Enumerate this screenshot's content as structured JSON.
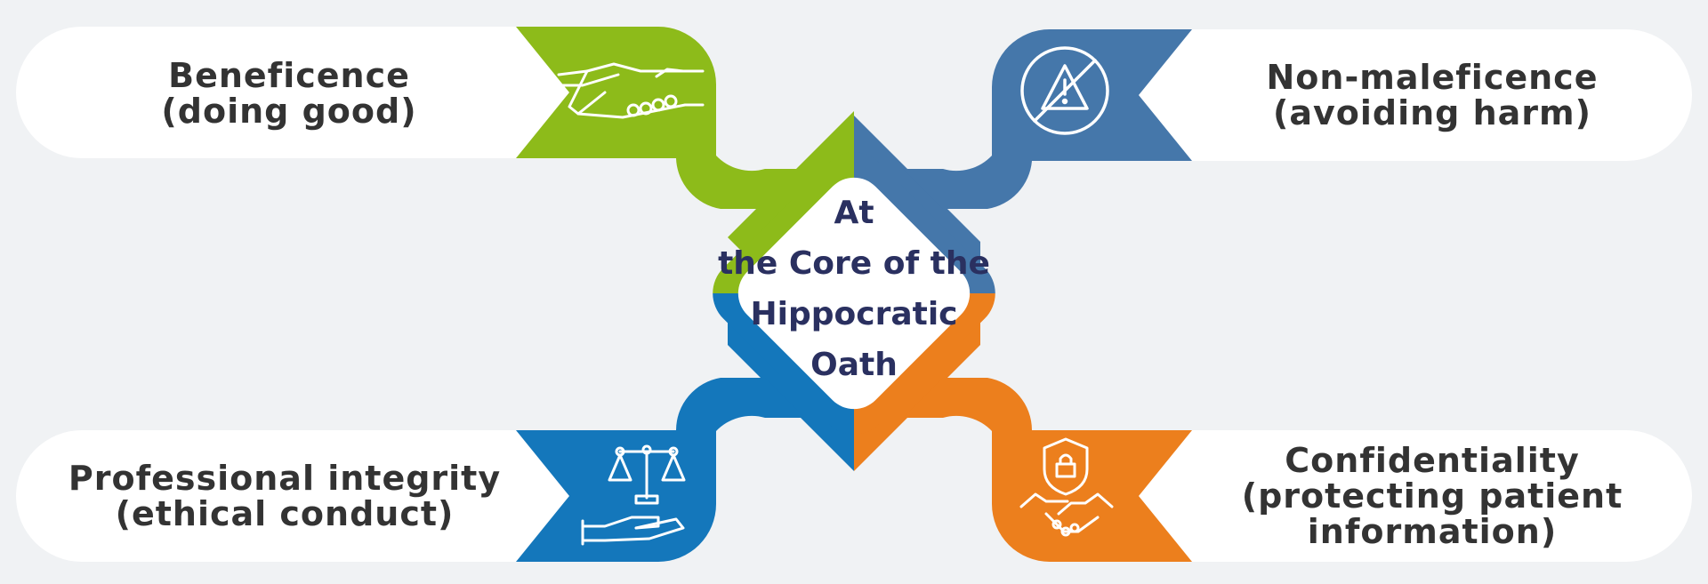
{
  "center": {
    "lines": [
      "At",
      "the Core of the",
      "Hippocratic",
      "Oath"
    ]
  },
  "principles": [
    {
      "id": "beneficence",
      "line1": "Beneficence",
      "line2": "(doing good)",
      "color": "#8dbb1a",
      "icon": "handshake-icon"
    },
    {
      "id": "non-maleficence",
      "line1": "Non-maleficence",
      "line2": "(avoiding harm)",
      "color": "#4577aa",
      "icon": "no-harm-warning-icon"
    },
    {
      "id": "professional-integrity",
      "line1": "Professional integrity",
      "line2": "(ethical conduct)",
      "color": "#1477bb",
      "icon": "scales-in-hand-icon"
    },
    {
      "id": "confidentiality",
      "line1": "Confidentiality",
      "line2": "(protecting patient",
      "line3": "information)",
      "color": "#ec7f1d",
      "icon": "shield-lock-handshake-icon"
    }
  ]
}
